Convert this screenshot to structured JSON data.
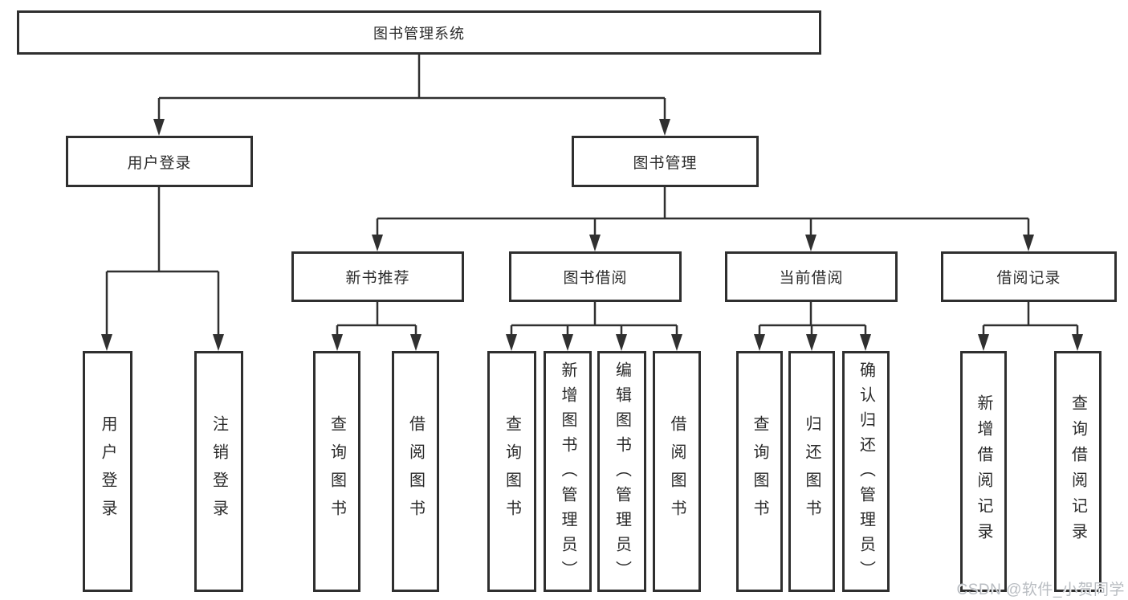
{
  "diagram": {
    "root": {
      "label": "图书管理系统"
    },
    "branches": [
      {
        "label": "用户登录",
        "children": [
          {
            "label": "用户登录"
          },
          {
            "label": "注销登录"
          }
        ]
      },
      {
        "label": "图书管理",
        "children": [
          {
            "label": "新书推荐",
            "children": [
              {
                "label": "查询图书"
              },
              {
                "label": "借阅图书"
              }
            ]
          },
          {
            "label": "图书借阅",
            "children": [
              {
                "label": "查询图书"
              },
              {
                "label": "新增图书（管理员）"
              },
              {
                "label": "编辑图书（管理员）"
              },
              {
                "label": "借阅图书"
              }
            ]
          },
          {
            "label": "当前借阅",
            "children": [
              {
                "label": "查询图书"
              },
              {
                "label": "归还图书"
              },
              {
                "label": "确认归还（管理员）"
              }
            ]
          },
          {
            "label": "借阅记录",
            "children": [
              {
                "label": "新增借阅记录"
              },
              {
                "label": "查询借阅记录"
              }
            ]
          }
        ]
      }
    ],
    "watermark": "CSDN @软件_小贺同学"
  },
  "colors": {
    "background": "#ffffff",
    "box_border": "#2f2f2f",
    "line": "#303030",
    "text": "#2b2b2b",
    "watermark": "#b9bdc2"
  }
}
